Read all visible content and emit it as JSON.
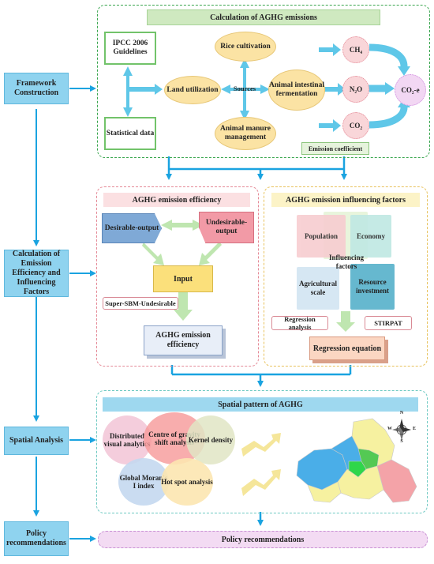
{
  "left_stages": [
    {
      "label": "Framework Construction"
    },
    {
      "label": "Calculation of Emission Efficiency and  Influencing Factors"
    },
    {
      "label": "Spatial Analysis"
    },
    {
      "label": "Policy recommendations"
    }
  ],
  "calc_section": {
    "title": "Calculation of AGHG emissions",
    "ipcc": "IPCC 2006 Guidelines",
    "statistical": "Statistical data",
    "land": "Land utilization",
    "rice": "Rice cultivation",
    "sources": "Sources",
    "enteric": "Animal intestinal fermentation",
    "manure": "Animal manure management",
    "gases": [
      "CH₄",
      "N₂O",
      "CO₂"
    ],
    "co2e": "CO₂-e",
    "coefficient": "Emission coefficient"
  },
  "efficiency_section": {
    "title": "AGHG emission efficiency",
    "desirable": "Desirable-output",
    "undesirable": "Undesirable-output",
    "input": "Input",
    "model": "Super-SBM-Undesirable",
    "result": "AGHG emission efficiency"
  },
  "factors_section": {
    "title": "AGHG emission influencing factors",
    "population": "Population",
    "economy": "Economy",
    "center": "Influencing factors",
    "agri": "Agricultural scale",
    "resource": "Resource investment",
    "regression": "Regression analysis",
    "stirpat": "STIRPAT",
    "equation": "Regression equation"
  },
  "spatial_section": {
    "title": "Spatial pattern of AGHG",
    "methods": [
      "Distributed visual analytics",
      "Centre of gravity shift analysis",
      "Kernel density",
      "Global Moran's I index",
      "Hot spot analysis"
    ],
    "compass": {
      "n": "N",
      "s": "S",
      "e": "E",
      "w": "W"
    }
  },
  "policy": "Policy recommendations",
  "colors": {
    "arrow": "#1aa3e0",
    "leftbox": "#8fd3ef",
    "greendash": "#3aa64f",
    "pinkdash": "#e58a97",
    "yellowdash": "#e8c25c",
    "tealdash": "#6ec9c2"
  }
}
